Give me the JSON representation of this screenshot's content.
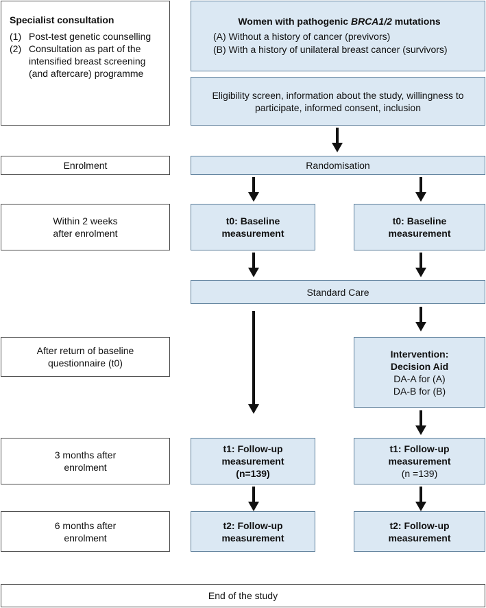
{
  "specialist": {
    "title": "Specialist consultation",
    "items": [
      {
        "num": "(1)",
        "text": "Post-test genetic counselling"
      },
      {
        "num": "(2)",
        "text": "Consultation as part of the intensified breast screening (and aftercare) programme"
      }
    ]
  },
  "population": {
    "title_prefix": "Women with pathogenic ",
    "title_italic": "BRCA1/2",
    "title_suffix": " mutations",
    "group_a": "(A) Without a history of cancer (previvors)",
    "group_b": "(B) With a history of unilateral breast cancer (survivors)"
  },
  "eligibility": "Eligibility screen, information about the study, willingness to participate, informed consent, inclusion",
  "rows": {
    "enrolment": "Enrolment",
    "within2": "Within 2 weeks after enrolment",
    "after_return": "After return of baseline questionnaire (t0)",
    "three_months": "3 months after enrolment",
    "six_months": "6 months after enrolment",
    "end": "End of the study"
  },
  "randomisation": "Randomisation",
  "standard_care": "Standard Care",
  "left": {
    "t0": "t0: Baseline measurement",
    "t1": "t1: Follow-up measurement",
    "t1_n": "(n=139)",
    "t2": "t2: Follow-up measurement"
  },
  "right": {
    "t0": "t0: Baseline measurement",
    "intervention_title": "Intervention: Decision Aid",
    "da_a": "DA-A for (A)",
    "da_b": "DA-B for (B)",
    "t1": "t1: Follow-up measurement",
    "t1_n": "(n =139)",
    "t2": "t2: Follow-up measurement"
  }
}
